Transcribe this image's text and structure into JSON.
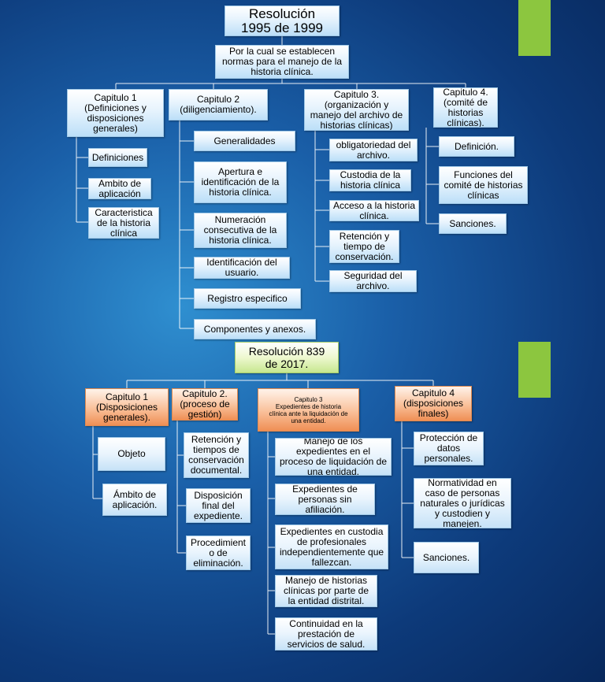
{
  "diagram_top": {
    "title": "Resolución\n1995 de 1999",
    "subtitle": "Por la cual se establecen\nnormas para el manejo de la\nhistoria clínica.",
    "chapters": [
      {
        "label": "Capitulo 1\n(Definiciones y\ndisposiciones\ngenerales)",
        "items": [
          "Definiciones",
          "Ambito de\naplicación",
          "Caracteristica\nde la historia\nclínica"
        ]
      },
      {
        "label": "Capitulo 2\n(diligenciamiento).",
        "items": [
          "Generalidades",
          "Apertura e\nidentificación de la\nhistoria clínica.",
          "Numeración\nconsecutiva de la\nhistoria clínica.",
          "Identificación del\nusuario.",
          "Registro especifico",
          "Componentes y anexos."
        ]
      },
      {
        "label": "Capitulo 3.\n(organización y\nmanejo del archivo de\nhistorias clínicas)",
        "items": [
          "obligatoriedad del\narchivo.",
          "Custodia de la\nhistoria clínica",
          "Acceso a la historia\nclínica.",
          "Retención y\ntiempo de\nconservación.",
          "Seguridad del\narchivo."
        ]
      },
      {
        "label": "Capitulo 4.\n(comité de\nhistorias\nclínicas).",
        "items": [
          "Definición.",
          "Funciones del\ncomité de historias\nclínicas",
          "Sanciones."
        ]
      }
    ]
  },
  "diagram_bottom": {
    "title": "Resolución 839\nde 2017.",
    "chapters": [
      {
        "label": "Capitulo 1\n(Disposiciones\ngenerales).",
        "items": [
          "Objeto",
          "Ámbito de\naplicación."
        ]
      },
      {
        "label": "Capitulo 2.\n(proceso de\ngestión)",
        "items": [
          "Retención y\ntiempos de\nconservación\ndocumental.",
          "Disposición\nfinal del\nexpediente.",
          "Procedimient\no de\neliminación."
        ]
      },
      {
        "label": "Capitulo 3\nExpedientes de historia\nclínica ante  la liquidación de\nuna entidad.",
        "items": [
          "Manejo de los\nexpedientes en el\nproceso de liquidación de\nuna entidad.",
          "Expedientes de\npersonas sin\nafiliación.",
          "Expedientes en custodia\nde profesionales\nindependientemente que\nfallezcan.",
          "Manejo de historias\nclínicas por parte de\nla entidad distrital.",
          "Continuidad en la\nprestación de\nservicios de salud."
        ]
      },
      {
        "label": "Capitulo 4\n(disposiciones\nfinales)",
        "items": [
          "Protección de\ndatos\npersonales.",
          "Normatividad en\ncaso de personas\nnaturales o jurídicas\ny custodien y\nmanejen.",
          "Sanciones."
        ]
      }
    ]
  },
  "colors": {
    "accent_green": "#8cc63f",
    "chapter_orange": "#ef8f55",
    "title_green": "#c6e78f",
    "box_blue": "#bcdff8",
    "connector": "#ffffff"
  }
}
